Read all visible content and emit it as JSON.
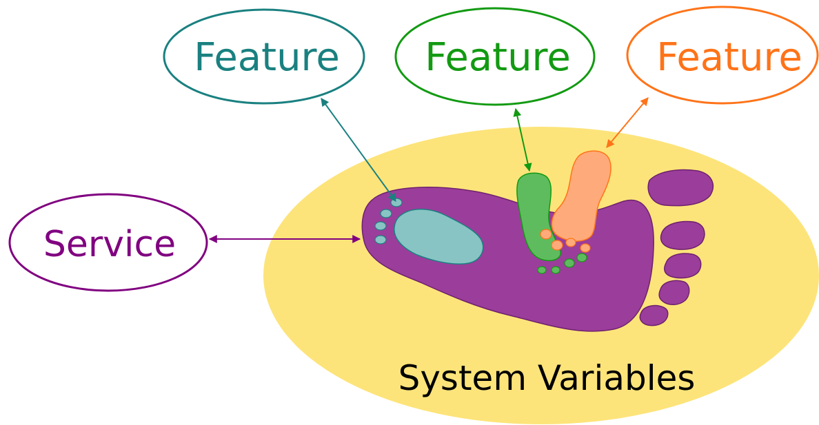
{
  "nodes": {
    "feature_teal": {
      "label": "Feature",
      "color": "#1a8080"
    },
    "feature_green": {
      "label": "Feature",
      "color": "#129a12"
    },
    "feature_orange": {
      "label": "Feature",
      "color": "#ff7318"
    },
    "service": {
      "label": "Service",
      "color": "#800080"
    }
  },
  "system": {
    "label": "System Variables",
    "color": "#fde47a"
  },
  "footprints": {
    "service_foot": "#9b3d9b",
    "teal_foot": "#88c4c4",
    "green_foot": "#5ebc5e",
    "orange_foot": "#ffaa7a"
  },
  "connections": [
    {
      "from": "feature_teal",
      "to": "teal_foot"
    },
    {
      "from": "feature_green",
      "to": "green_foot"
    },
    {
      "from": "feature_orange",
      "to": "orange_foot"
    },
    {
      "from": "service",
      "to": "service_foot"
    }
  ]
}
